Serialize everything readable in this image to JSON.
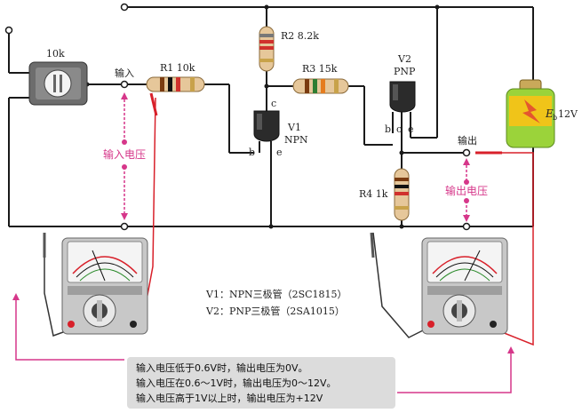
{
  "components": {
    "pot": "10k",
    "r1": "R1 10k",
    "r2": "R2 8.2k",
    "r3": "R3 15k",
    "r4": "R4 1k",
    "v1_name": "V1",
    "v1_type": "NPN",
    "v2_name": "V2",
    "v2_type": "PNP",
    "battery_label": "12V",
    "battery_symbol": "E",
    "battery_sub": "b",
    "pin_b": "b",
    "pin_c": "c",
    "pin_e": "e"
  },
  "terminals": {
    "input": "输入",
    "output": "输出",
    "input_voltage": "输入电压",
    "output_voltage": "输出电压"
  },
  "legend": {
    "line1": "V1：NPN三极管（2SC1815）",
    "line2": "V2：PNP三极管（2SA1015）"
  },
  "notes": {
    "line1": "输入电压低于0.6V时，输出电压为0V。",
    "line2": "输入电压在0.6～1V时，输出电压为0～12V。",
    "line3": "输入电压高于1V以上时，输出电压为+12V"
  },
  "colors": {
    "wire": "#1a1a1a",
    "probe_red": "#d8202a",
    "annotation_pink": "#d6378a",
    "battery_green": "#9bd33a",
    "note_bg": "#dcdcdc"
  }
}
